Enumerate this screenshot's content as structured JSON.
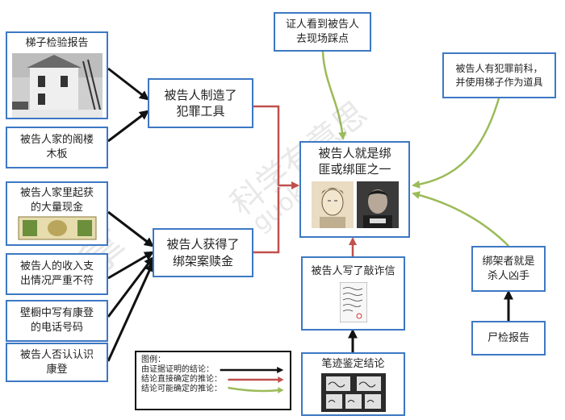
{
  "nodes": {
    "ladder_report": "梯子检验报告",
    "attic_board": "被告人家的阁楼\n木板",
    "cash_found": "被告人家里起获\n的大量现金",
    "income_mismatch": "被告人的收入支\n出情况严重不符",
    "closet_phone": "壁橱中写有康登\n的电话号码",
    "deny_condon": "被告人否认认识\n康登",
    "made_tool": "被告人制造了\n犯罪工具",
    "got_ransom": "被告人获得了\n绑架案赎金",
    "main_conclusion": "被告人就是绑\n匪或绑匪之一",
    "witness": "证人看到被告人\n去现场踩点",
    "prior_record": "被告人有犯罪前科，\n并使用梯子作为道具",
    "kidnapper_killer": "绑架者就是\n杀人凶手",
    "autopsy": "尸检报告",
    "ransom_note": "被告人写了敲诈信",
    "handwriting": "笔迹鉴定结论"
  },
  "legend": {
    "title": "图例：",
    "black": "由证据证明的结论：",
    "red": "结论直接确定的推论：",
    "green": "结论可能确定的推论："
  },
  "watermark": {
    "a": "科学有意思",
    "b": "guokr.com",
    "c": "拿"
  },
  "colors": {
    "box_border": "#3d78c4",
    "black_arrow": "#111111",
    "red_arrow": "#c0504d",
    "green_arrow": "#9bbb59"
  }
}
